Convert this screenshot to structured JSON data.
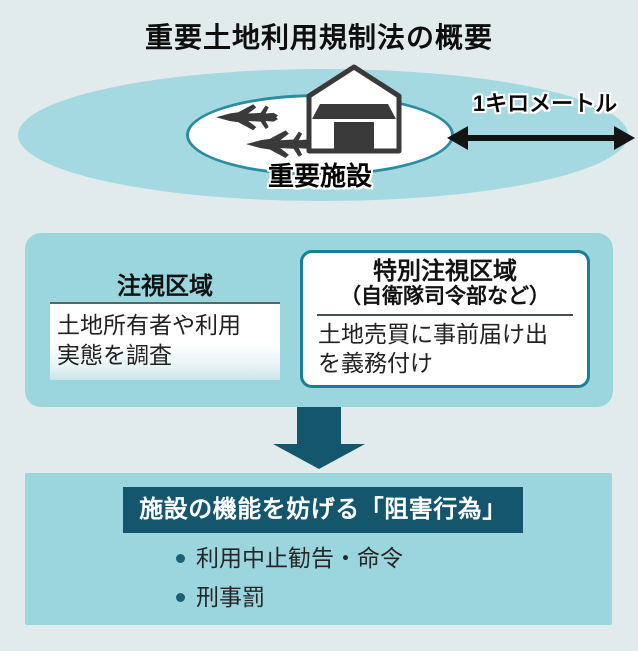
{
  "title": "重要土地利用規制法の概要",
  "zone_map": {
    "facility_label": "重要施設",
    "distance_label": "1キロメートル",
    "icons": [
      "fighter-jet-icon",
      "fighter-jet-icon",
      "hangar-icon",
      "distance-arrow-icon"
    ]
  },
  "zones_panel": {
    "watch_zone": {
      "heading": "注視区域",
      "lines": [
        "土地所有者や利用",
        "実態を調査"
      ]
    },
    "special_watch_zone": {
      "heading": "特別注視区域",
      "subheading": "（自衛隊司令部など）",
      "lines": [
        "土地売買に事前届け出",
        "を義務付け"
      ]
    }
  },
  "obstruction_panel": {
    "heading": "施設の機能を妨げる「阻害行為」",
    "items": [
      "利用中止勧告・命令",
      "刑事罰"
    ]
  },
  "colors": {
    "page_bg": "#e1ebeb",
    "zone_fill": "#a4d9e2",
    "panel_fill": "#9bd5de",
    "dark_teal": "#14566b",
    "teal_border": "#1a7f96",
    "icon_dark": "#3a3a3a",
    "text_dark": "#1a1a1a"
  }
}
